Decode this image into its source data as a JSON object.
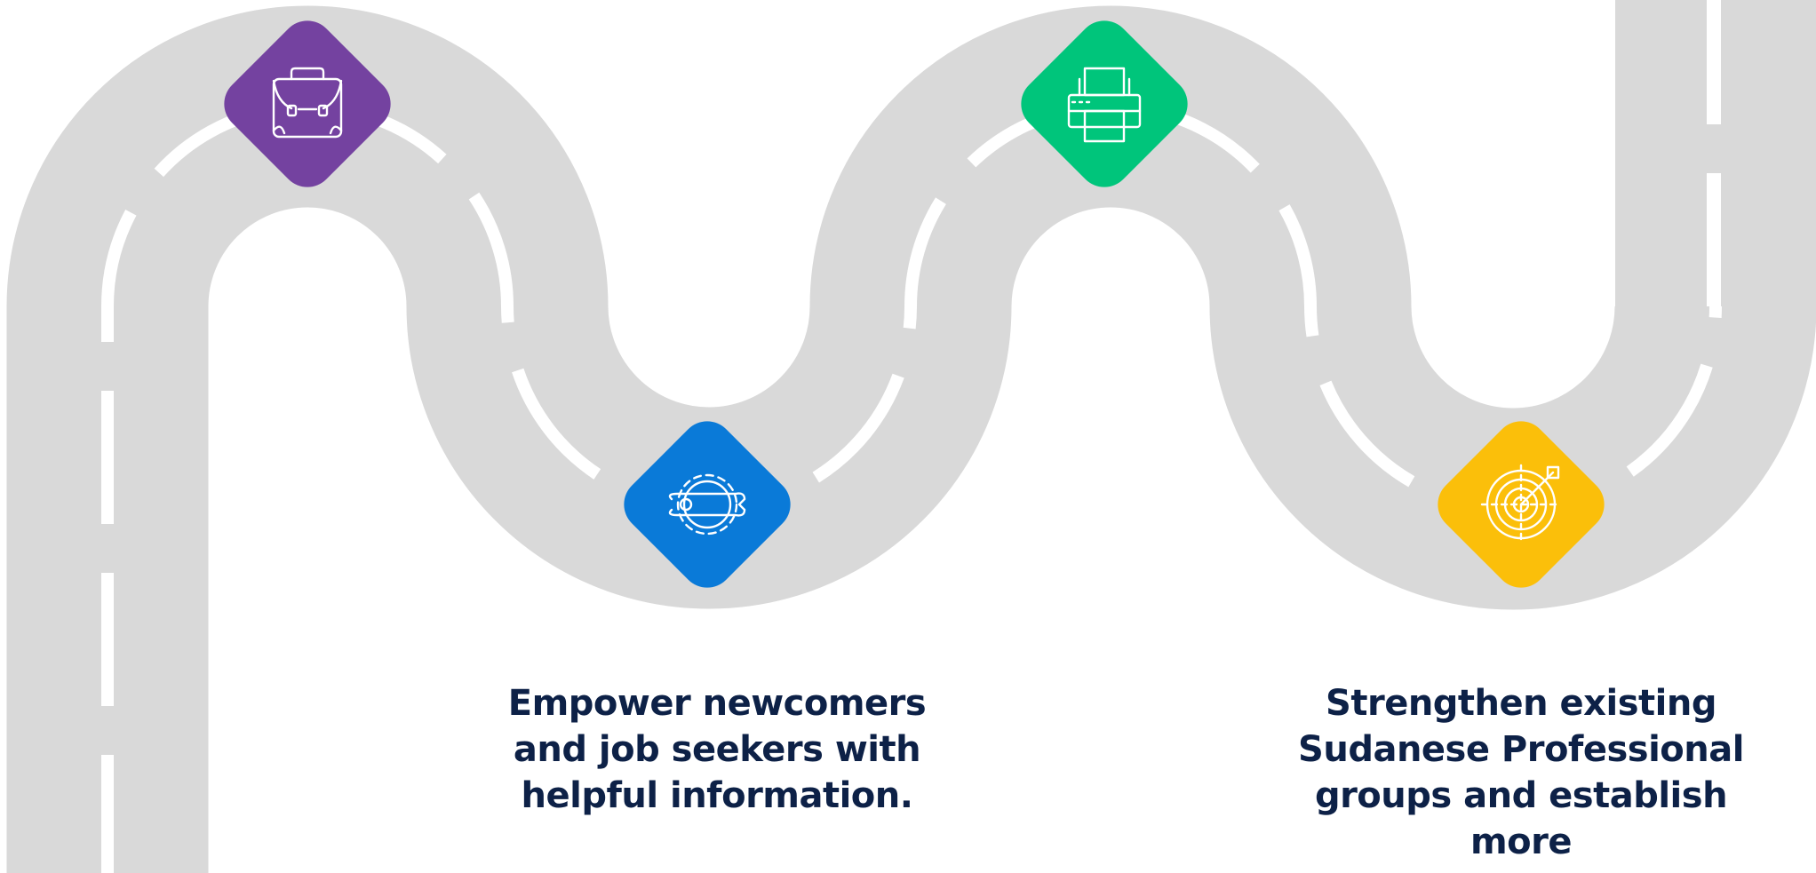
{
  "milestones": [
    {
      "id": "briefcase",
      "icon": "briefcase-icon",
      "color": "#7442a0"
    },
    {
      "id": "gear-wrench",
      "icon": "gear-wrench-icon",
      "color": "#0a7ad8"
    },
    {
      "id": "printer",
      "icon": "printer-icon",
      "color": "#00c57b"
    },
    {
      "id": "target",
      "icon": "target-icon",
      "color": "#fbbf0a"
    }
  ],
  "captions": {
    "empower": "Empower newcomers and job seekers with helpful information.",
    "strengthen": "Strengthen existing Sudanese Professional groups and establish more"
  },
  "colors": {
    "road": "#d9d9d9",
    "lane_marking": "#ffffff",
    "text": "#0d2147"
  }
}
